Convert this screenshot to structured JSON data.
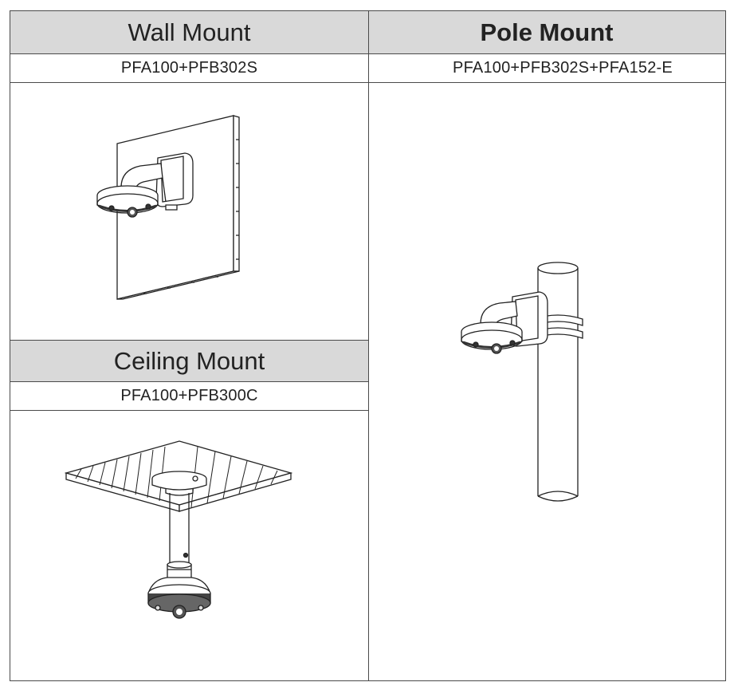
{
  "wall": {
    "title": "Wall Mount",
    "model": "PFA100+PFB302S"
  },
  "pole": {
    "title": "Pole Mount",
    "model": "PFA100+PFB302S+PFA152-E"
  },
  "ceiling": {
    "title": "Ceiling Mount",
    "model": "PFA100+PFB300C"
  },
  "colors": {
    "header_bg": "#d9d9d9",
    "line": "#4a4a4a",
    "drawing": "#222222"
  }
}
